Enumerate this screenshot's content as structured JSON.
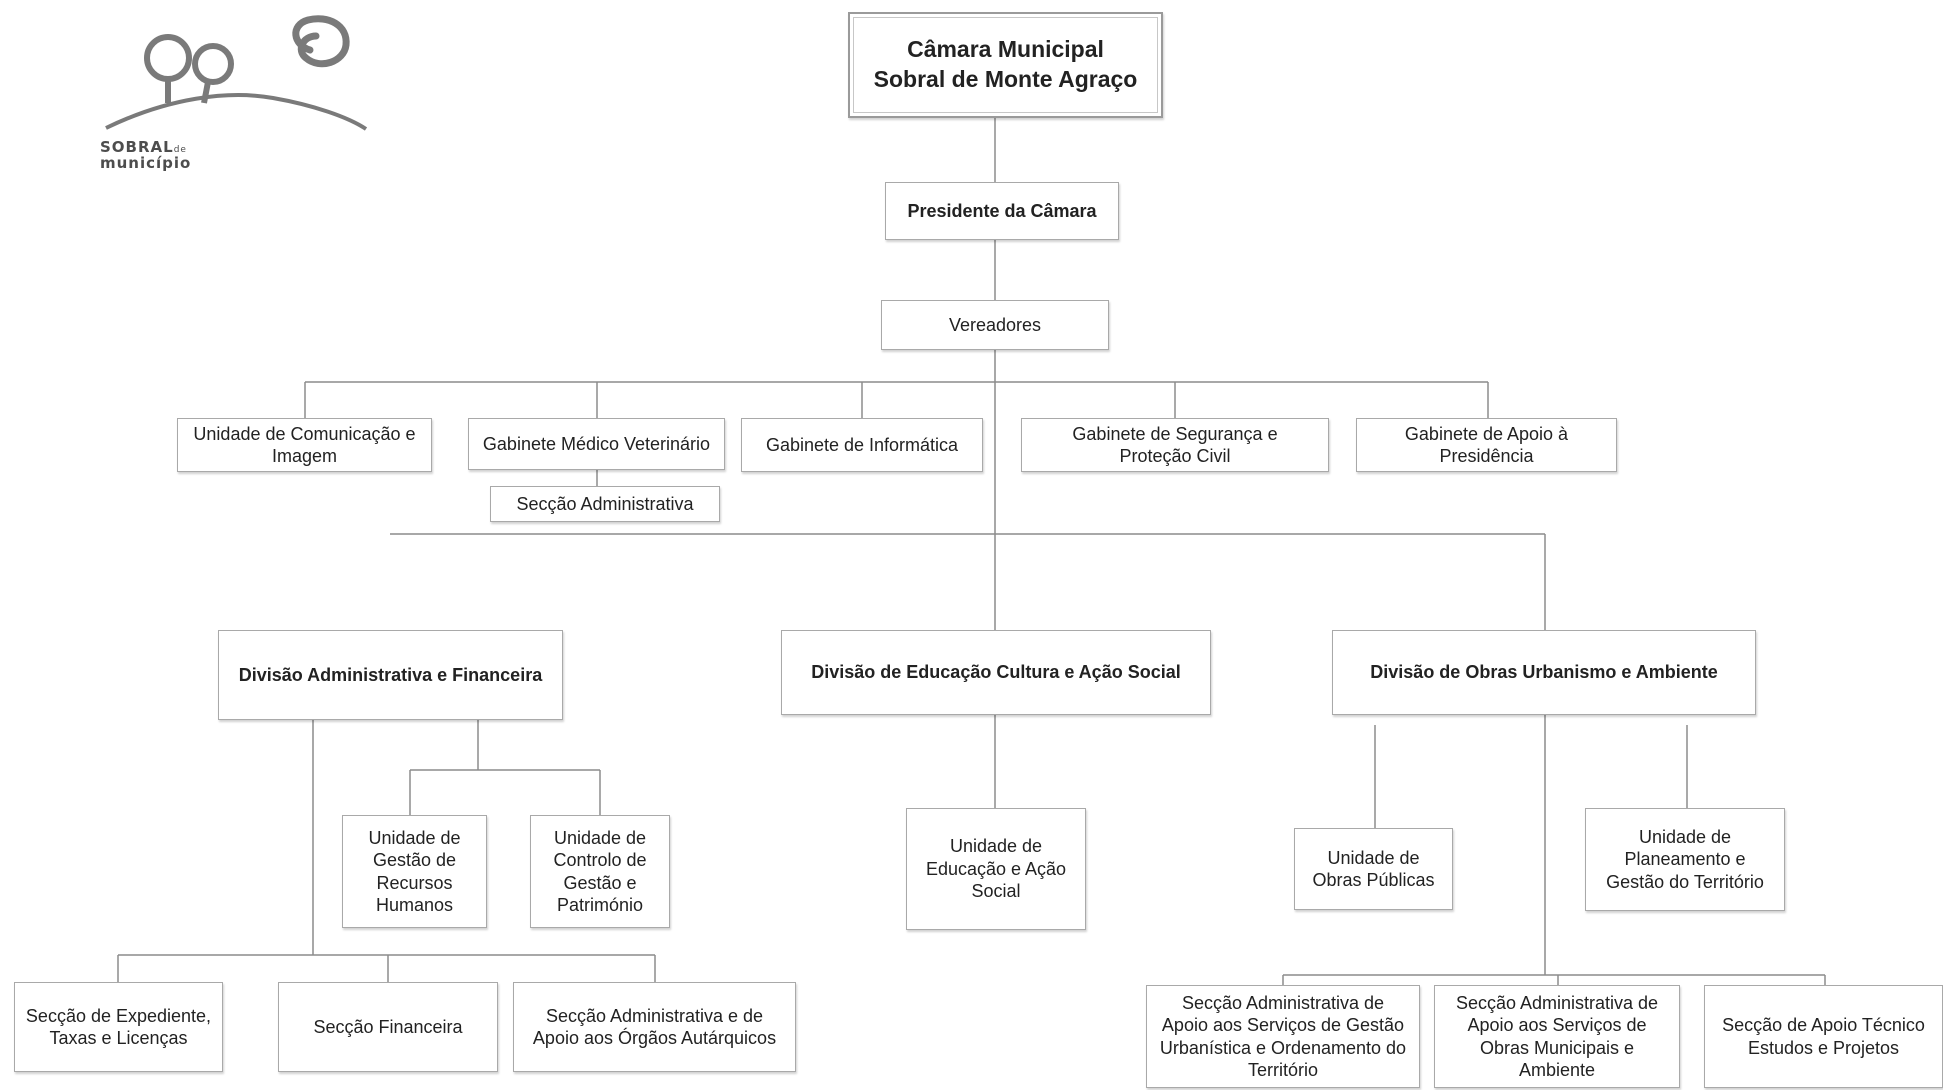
{
  "logo": {
    "word_top": "SOBRAL",
    "word_small": "de",
    "word_bottom": "município"
  },
  "colors": {
    "line": "#8c8c8c",
    "border": "#a9a9a9",
    "text": "#222222"
  },
  "nodes": {
    "camara": "Câmara Municipal\nSobral de Monte Agraço",
    "presidente": "Presidente da Câmara",
    "vereadores": "Vereadores",
    "comunicacao": "Unidade de Comunicação e\nImagem",
    "veterinario": "Gabinete Médico Veterinário",
    "seccao_admin_vet": "Secção Administrativa",
    "informatica": "Gabinete de Informática",
    "seguranca": "Gabinete de Segurança e\nProteção Civil",
    "apoio_presidencia": "Gabinete de Apoio à\nPresidência",
    "div_admin_fin": "Divisão Administrativa e Financeira",
    "div_educacao": "Divisão de Educação Cultura e Ação Social",
    "div_obras": "Divisão de Obras Urbanismo e Ambiente",
    "rh": "Unidade de\nGestão de\nRecursos\nHumanos",
    "controlo": "Unidade de\nControlo de\nGestão e\nPatrimónio",
    "educacao_unit": "Unidade de\nEducação e Ação\nSocial",
    "obras_publicas": "Unidade de\nObras Públicas",
    "planeamento": "Unidade de\nPlaneamento e\nGestão do Território",
    "expediente": "Secção de Expediente,\nTaxas e Licenças",
    "financeira": "Secção Financeira",
    "orgaos": "Secção Administrativa e de\nApoio aos Órgãos Autárquicos",
    "gestao_urb": "Secção Administrativa de\nApoio aos Serviços de Gestão\nUrbanística e Ordenamento do\nTerritório",
    "obras_mun": "Secção Administrativa de\nApoio aos Serviços de\nObras Municipais e\nAmbiente",
    "apoio_tecnico": "Secção de Apoio Técnico\nEstudos e Projetos"
  }
}
